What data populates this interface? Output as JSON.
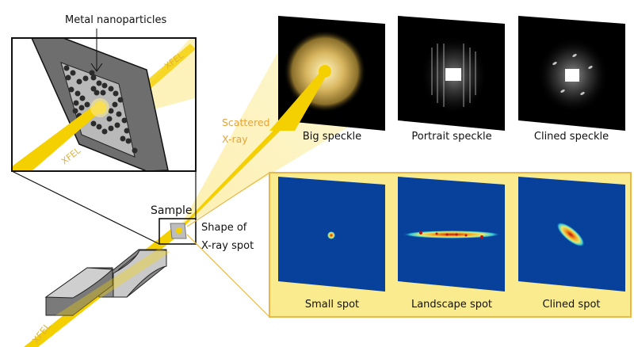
{
  "diagram": {
    "inset": {
      "label_nanoparticles": "Metal nanoparticles",
      "beam_label_in": "XFEL",
      "beam_label_out": "XFEL"
    },
    "scattered": {
      "line1": "Scattered",
      "line2": "X-ray"
    },
    "sample": {
      "label": "Sample",
      "spot_label_line1": "Shape of",
      "spot_label_line2": "X-ray spot"
    },
    "source": {
      "beam_label": "XFEL"
    },
    "speckles": [
      {
        "caption": "Big speckle",
        "style": "gold-diffuse"
      },
      {
        "caption": "Portrait speckle",
        "style": "white-vertical-streaks"
      },
      {
        "caption": "Clined speckle",
        "style": "white-tilted-blobs"
      }
    ],
    "spots": [
      {
        "caption": "Small spot",
        "shape": "point"
      },
      {
        "caption": "Landscape spot",
        "shape": "horizontal-line"
      },
      {
        "caption": "Clined spot",
        "shape": "tilted-ellipse"
      }
    ],
    "colors": {
      "beam": "#f5d000",
      "beam_light": "#fbe98a",
      "spot_panel_bg": "#faeb8e",
      "spot_panel_border": "#e8b84a",
      "heatmap_bg": "#08419c",
      "sample_frame": "#6e6e6e",
      "sample_window": "#b9b9b9",
      "particle": "#2b2b2b"
    }
  }
}
